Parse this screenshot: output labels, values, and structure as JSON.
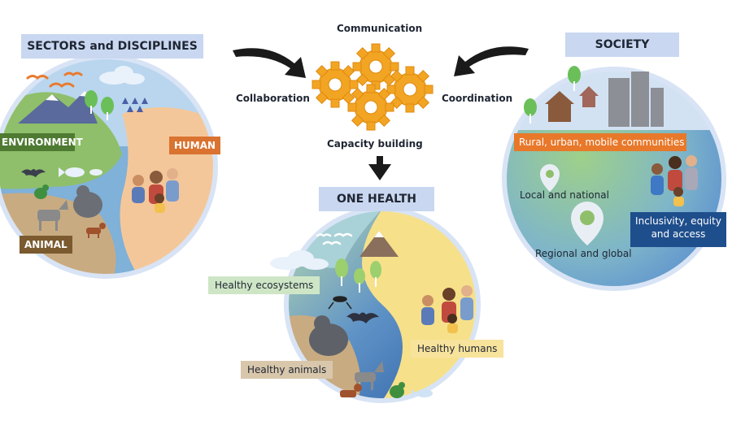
{
  "sectors": {
    "title": "SECTORS and DISCIPLINES",
    "environment": "ENVIRONMENT",
    "human": "HUMAN",
    "animal": "ANIMAL"
  },
  "society": {
    "title": "SOCIETY",
    "communities": "Rural, urban, mobile communities",
    "local": "Local and national",
    "regional": "Regional and global",
    "inclusivity": "Inclusivity, equity\nand access"
  },
  "center": {
    "communication": "Communication",
    "collaboration": "Collaboration",
    "coordination": "Coordination",
    "capacity": "Capacity building"
  },
  "one_health": {
    "title": "ONE HEALTH",
    "ecosystems": "Healthy ecosystems",
    "humans": "Healthy humans",
    "animals": "Healthy animals"
  },
  "colors": {
    "header_bg": "#c9d7f0",
    "environment_tag": "#4e7a32",
    "human_tag": "#d9732f",
    "animal_tag": "#7a5a2e",
    "communities_tag": "#e8782a",
    "inclusivity_tag": "#1f4e8c",
    "gear": "#f2a423",
    "globe_blue": "#7fb1d9",
    "land_green": "#8fbf6a",
    "skin_peach": "#f4c79a",
    "animal_tan": "#c9ab82"
  },
  "icons": [
    "gear-icon",
    "arrow-icon",
    "location-pin-icon",
    "mountain-icon",
    "tree-icon",
    "bird-icon",
    "gorilla-icon",
    "goat-icon",
    "dog-icon",
    "chicken-icon",
    "fish-icon",
    "bat-icon",
    "mosquito-icon",
    "house-icon",
    "building-icon",
    "people-icon",
    "cloud-icon"
  ]
}
